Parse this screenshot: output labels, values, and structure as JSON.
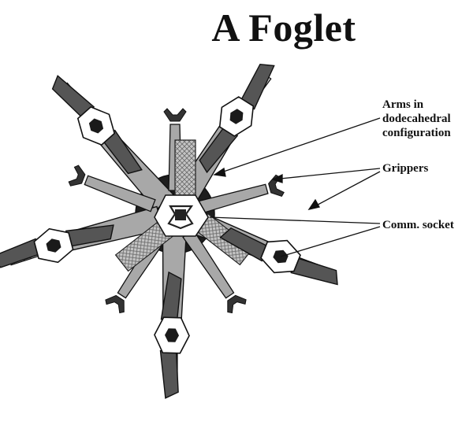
{
  "title": "A Foglet",
  "labels": {
    "arms_line1": "Arms in",
    "arms_line2": "dodecahedral",
    "arms_line3": "configuration",
    "grippers": "Grippers",
    "comm_socket": "Comm. socket"
  },
  "colors": {
    "arm_fill": "#a8a8a8",
    "core_fill": "#1e1e1e",
    "lattice_fill": "#c4c4c4",
    "panel_fill": "#555555",
    "hub_fill": "#ffffff",
    "ink": "#111111"
  },
  "icons": {
    "hub": "hexagon-hub-icon",
    "gripper": "claw-gripper-icon",
    "socket": "square-socket-icon"
  }
}
